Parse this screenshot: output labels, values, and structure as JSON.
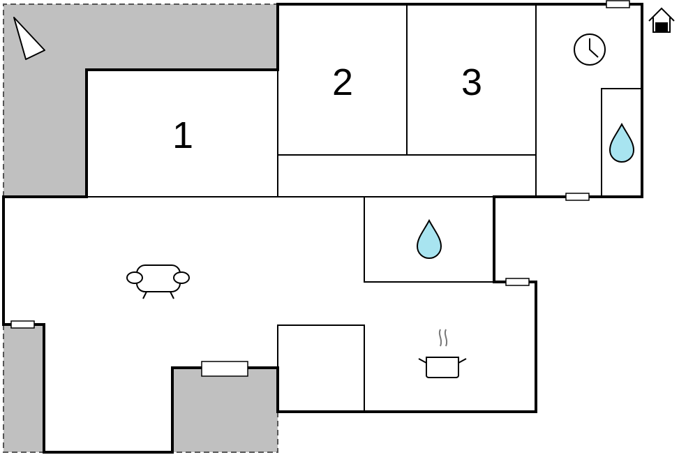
{
  "floorplan": {
    "rooms": [
      {
        "id": "room-1",
        "label": "1"
      },
      {
        "id": "room-2",
        "label": "2"
      },
      {
        "id": "room-3",
        "label": "3"
      }
    ],
    "icons": [
      {
        "name": "north-arrow-icon"
      },
      {
        "name": "entrance-house-icon"
      },
      {
        "name": "clock-icon"
      },
      {
        "name": "water-drop-icon"
      },
      {
        "name": "sofa-icon"
      },
      {
        "name": "cooking-pot-icon"
      }
    ],
    "colors": {
      "terrace": "#c0c0c0",
      "wall": "#000000",
      "water": "#a8e4f0",
      "background": "#ffffff"
    }
  }
}
